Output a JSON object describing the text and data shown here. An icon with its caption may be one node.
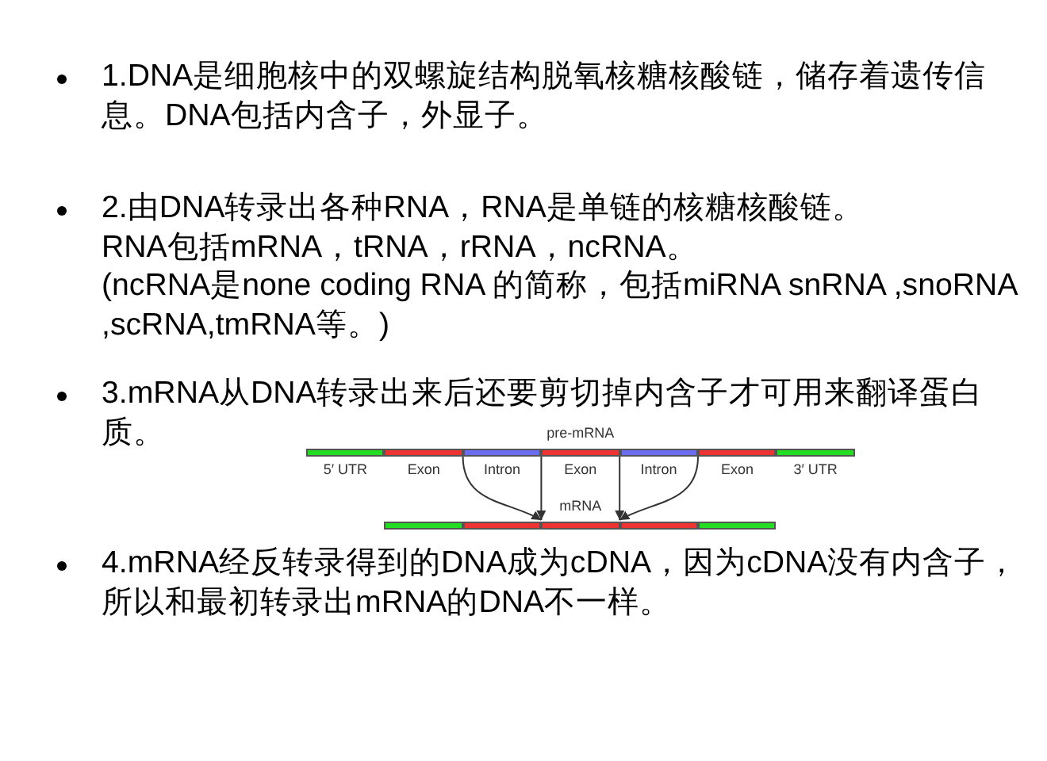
{
  "diagram": {
    "nodes": [
      {
        "text": [
          "5′ UTR"
        ]
      },
      {
        "text": [
          "Exon"
        ]
      },
      {
        "text": [
          "Intron"
        ]
      },
      {
        "text": [
          "Exon"
        ]
      },
      {
        "text": [
          "Intron"
        ]
      },
      {
        "text": [
          "Exon"
        ]
      },
      {
        "text": [
          "3′ UTR"
        ]
      },
      {
        "text": [],
        "shape": "bar"
      },
      {
        "text": [],
        "shape": "bar"
      },
      {
        "text": [],
        "shape": "bar"
      },
      {
        "text": [],
        "shape": "bar"
      },
      {
        "text": [],
        "shape": "bar"
      }
    ],
    "edges": [
      {
        "from": 2,
        "to": 8,
        "arrow": "to"
      },
      {
        "from": 3,
        "to": 9,
        "arrow": "to"
      },
      {
        "from": 3,
        "to": 9,
        "arrow": "to"
      },
      {
        "from": 4,
        "to": 10,
        "arrow": "to"
      }
    ],
    "labels": [
      "1.DNA是细胞核中的双螺旋结构脱氧核糖核酸链，储存着遗传信息。DNA包括内含子，外显子。",
      "2.由DNA转录出各种RNA，RNA是单链的核糖核酸链。",
      "RNA包括mRNA，tRNA，rRNA，ncRNA。",
      "(ncRNA是none coding RNA 的简称，包括miRNA snRNA ,snoRNA ,scRNA,tmRNA等。)",
      "3.mRNA从DNA转录出来后还要剪切掉内含子才可用来翻译蛋白质。",
      "pre-mRNA",
      "mRNA",
      "4.mRNA经反转录得到的DNA成为cDNA，因为cDNA没有内含子，所以和最初转录出mRNA的DNA不一样。"
    ]
  }
}
